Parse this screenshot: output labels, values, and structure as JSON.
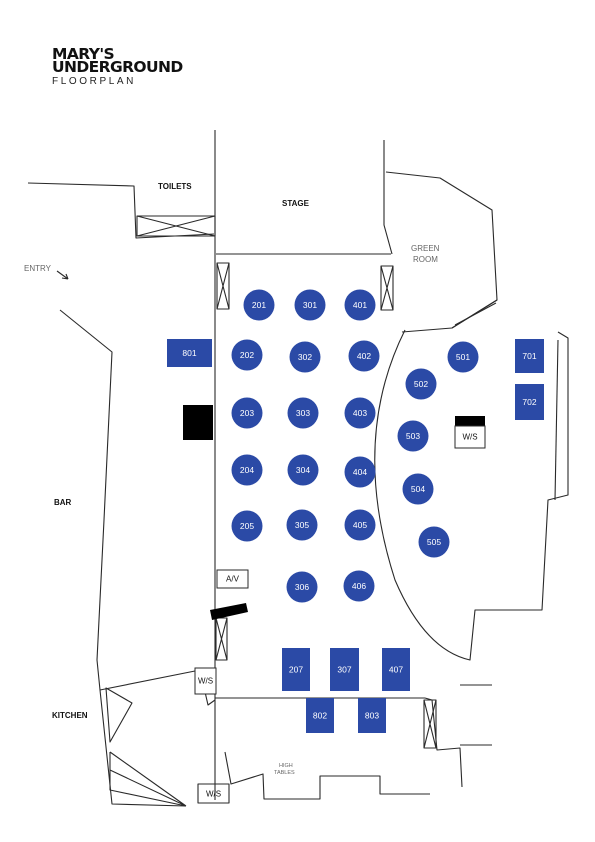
{
  "brand": {
    "title_line1": "MARY'S",
    "title_line2": "UNDERGROUND",
    "subtitle": "FLOORPLAN"
  },
  "labels": {
    "toilets": "TOILETS",
    "stage": "STAGE",
    "green_room_line1": "GREEN",
    "green_room_line2": "ROOM",
    "entry": "ENTRY",
    "bar": "BAR",
    "kitchen": "KITCHEN",
    "high_tables_line1": "HIGH",
    "high_tables_line2": "TABLES"
  },
  "service_boxes": {
    "av": "A/V",
    "ws_right": "W/S",
    "ws_left": "W/S",
    "ws_bottom": "W/S"
  },
  "colors": {
    "table": "#2b4aa6",
    "wall": "#2a2a2a"
  },
  "round_tables": [
    "201",
    "301",
    "401",
    "202",
    "302",
    "402",
    "501",
    "502",
    "203",
    "303",
    "403",
    "503",
    "204",
    "304",
    "404",
    "504",
    "205",
    "305",
    "405",
    "505",
    "306",
    "406"
  ],
  "rect_tables": [
    "801",
    "701",
    "702",
    "207",
    "307",
    "407",
    "802",
    "803"
  ]
}
